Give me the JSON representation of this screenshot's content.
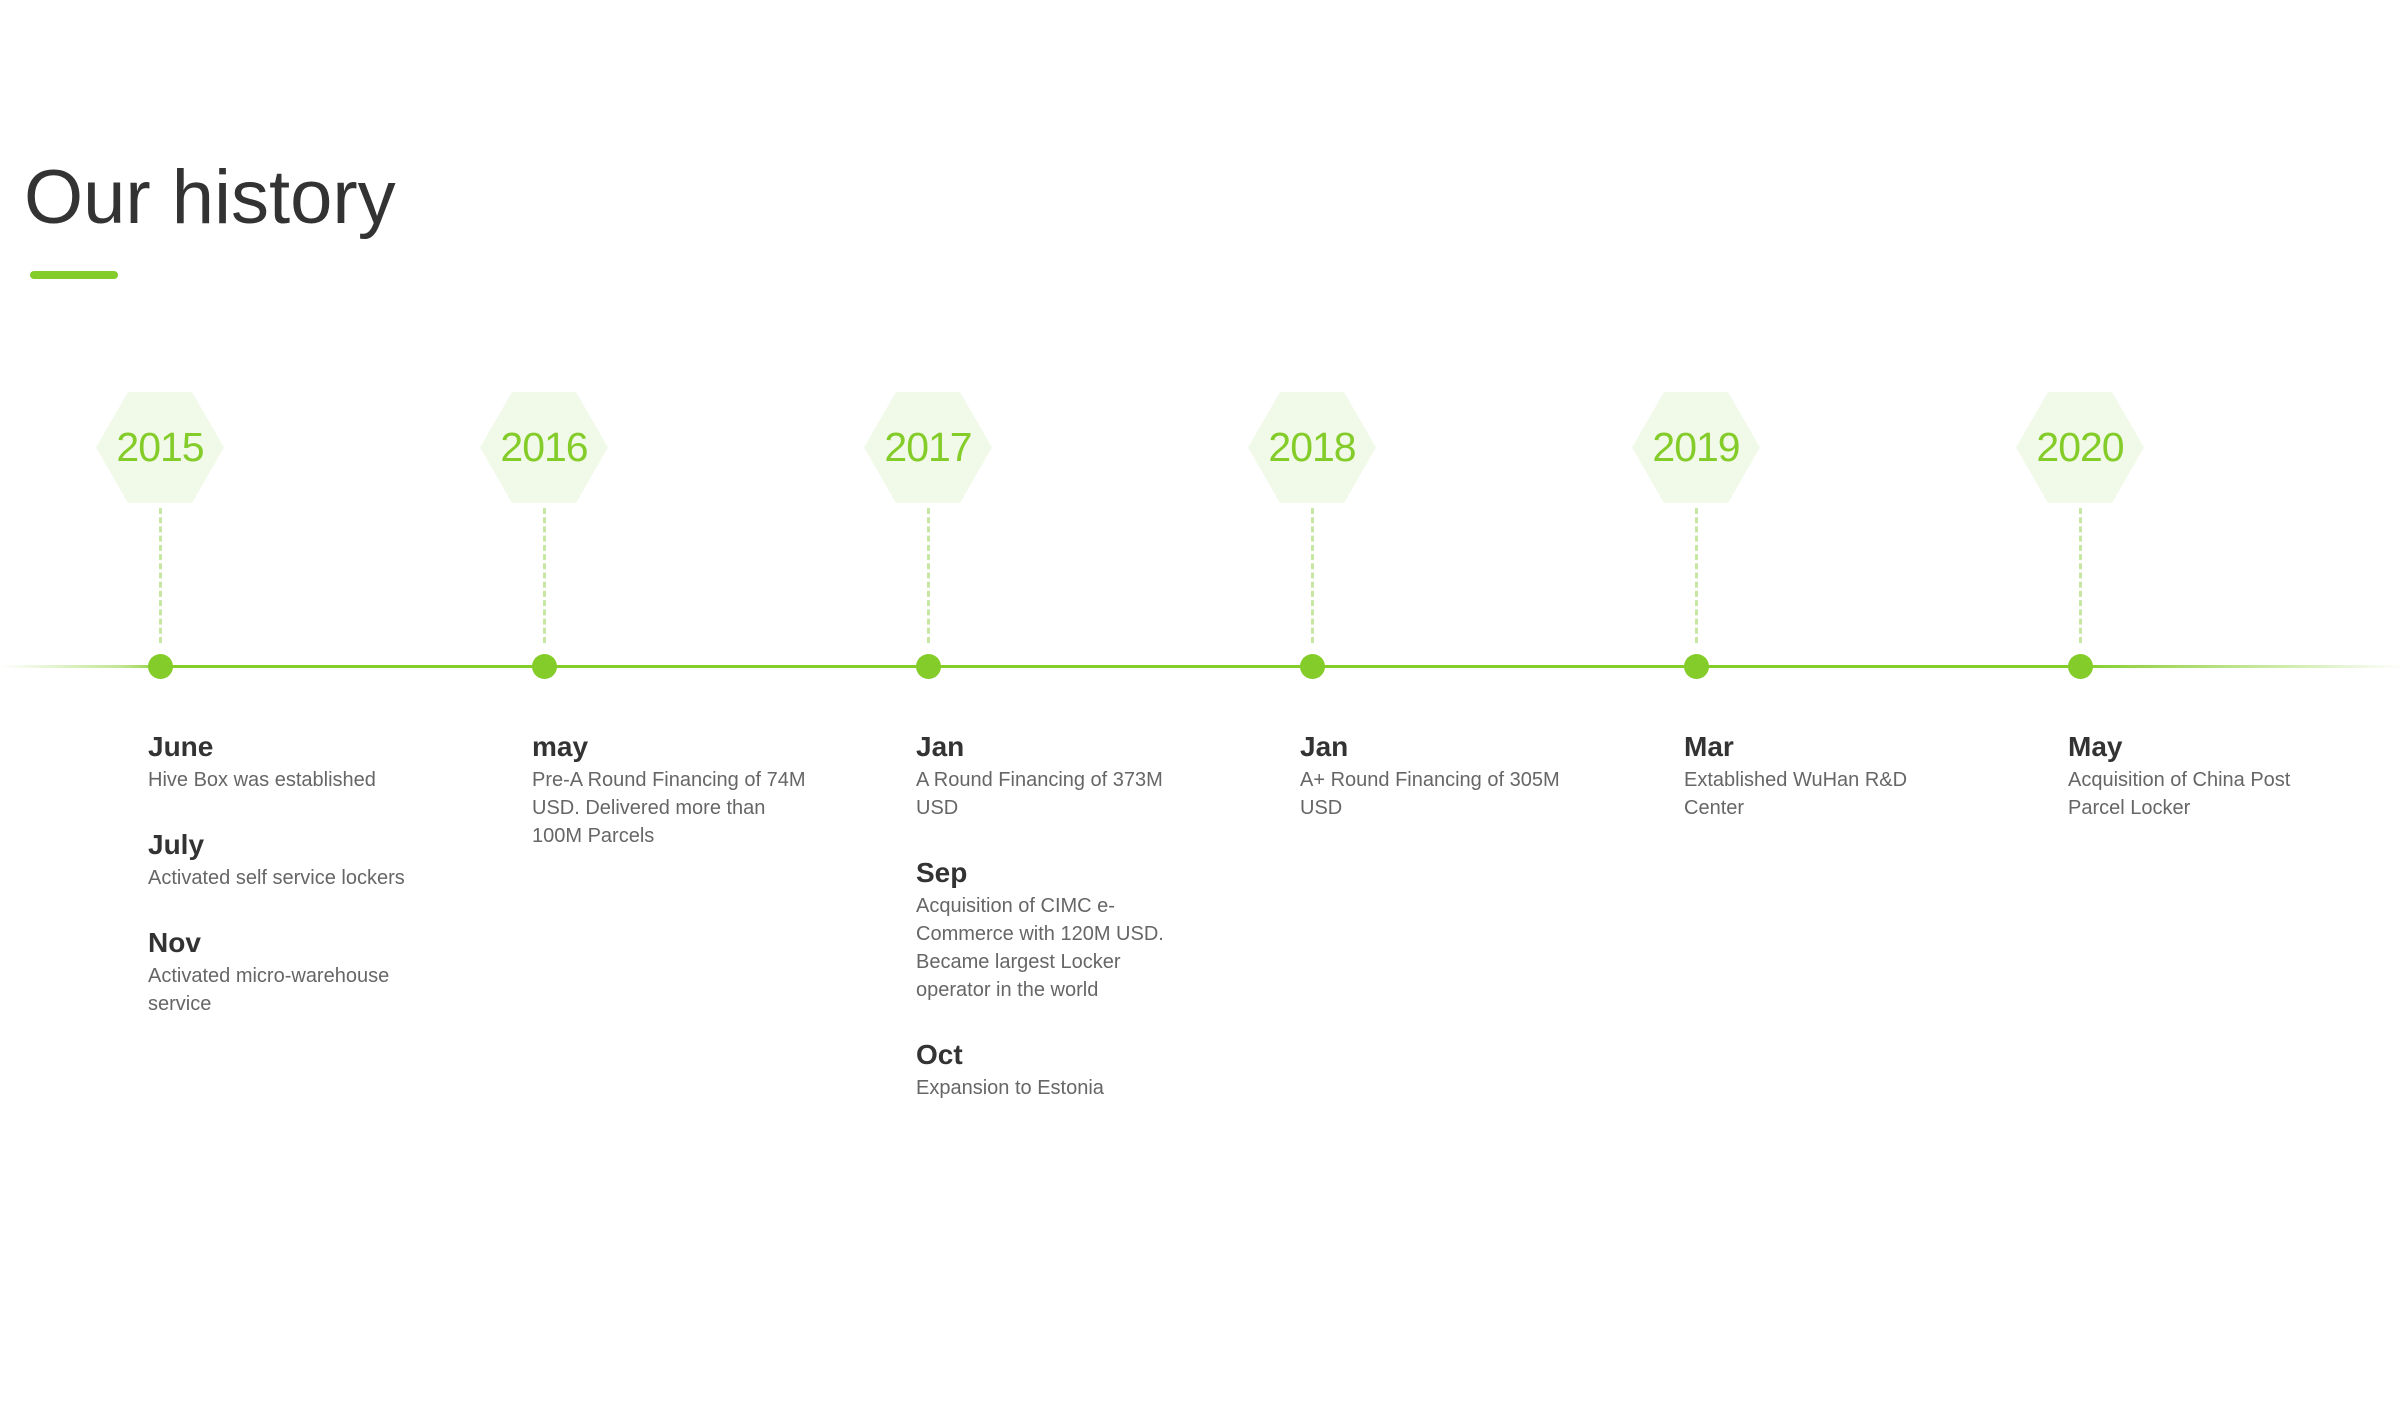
{
  "page": {
    "title": "Our history",
    "accent_color": "#84cc29"
  },
  "timeline": [
    {
      "year": "2015",
      "events": [
        {
          "month": "June",
          "description": "Hive Box was established"
        },
        {
          "month": "July",
          "description": "Activated self service lockers"
        },
        {
          "month": "Nov",
          "description": "Activated micro-warehouse service"
        }
      ]
    },
    {
      "year": "2016",
      "events": [
        {
          "month": "may",
          "description": "Pre-A Round Financing of 74M USD. Delivered more than 100M Parcels"
        }
      ]
    },
    {
      "year": "2017",
      "events": [
        {
          "month": "Jan",
          "description": "A Round Financing of 373M USD"
        },
        {
          "month": "Sep",
          "description": "Acquisition of CIMC e-Commerce with 120M USD. Became largest Locker operator in the world"
        },
        {
          "month": "Oct",
          "description": "Expansion to Estonia"
        }
      ]
    },
    {
      "year": "2018",
      "events": [
        {
          "month": "Jan",
          "description": "A+ Round Financing of 305M USD"
        }
      ]
    },
    {
      "year": "2019",
      "events": [
        {
          "month": "Mar",
          "description": "Extablished WuHan R&D Center"
        }
      ]
    },
    {
      "year": "2020",
      "events": [
        {
          "month": "May",
          "description": "Acquisition of China Post Parcel Locker"
        }
      ]
    }
  ]
}
